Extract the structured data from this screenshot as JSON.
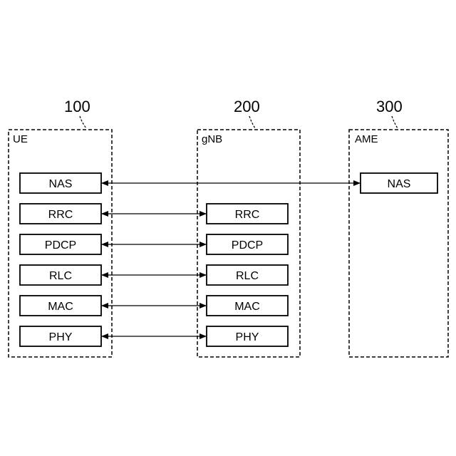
{
  "nodes": {
    "ue": {
      "ref": "100",
      "label": "UE",
      "layers": [
        "NAS",
        "RRC",
        "PDCP",
        "RLC",
        "MAC",
        "PHY"
      ]
    },
    "gnb": {
      "ref": "200",
      "label": "gNB",
      "layers": [
        "RRC",
        "PDCP",
        "RLC",
        "MAC",
        "PHY"
      ]
    },
    "ame": {
      "ref": "300",
      "label": "AME",
      "layers": [
        "NAS"
      ]
    }
  },
  "links": [
    {
      "from": "ue.NAS",
      "to": "ame.NAS"
    },
    {
      "from": "ue.RRC",
      "to": "gnb.RRC"
    },
    {
      "from": "ue.PDCP",
      "to": "gnb.PDCP"
    },
    {
      "from": "ue.RLC",
      "to": "gnb.RLC"
    },
    {
      "from": "ue.MAC",
      "to": "gnb.MAC"
    },
    {
      "from": "ue.PHY",
      "to": "gnb.PHY"
    }
  ]
}
